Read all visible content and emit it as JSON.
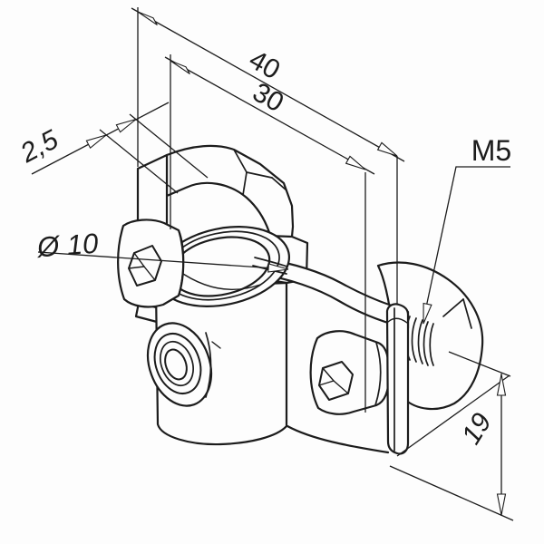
{
  "drawing": {
    "background_color": "#fdfdfd",
    "line_color": "#1c1c1c",
    "subject": "isometric line drawing of a tube clamp bracket with flange plate, socket head screws, threaded stud and hex nut",
    "annotations": {
      "overall_width": {
        "label": "40"
      },
      "inner_width": {
        "label": "30"
      },
      "plate_thickness": {
        "label": "2,5"
      },
      "bore_diameter": {
        "label": "Ø 10"
      },
      "thread_size": {
        "label": "M5"
      },
      "flange_height": {
        "label": "19"
      }
    }
  }
}
